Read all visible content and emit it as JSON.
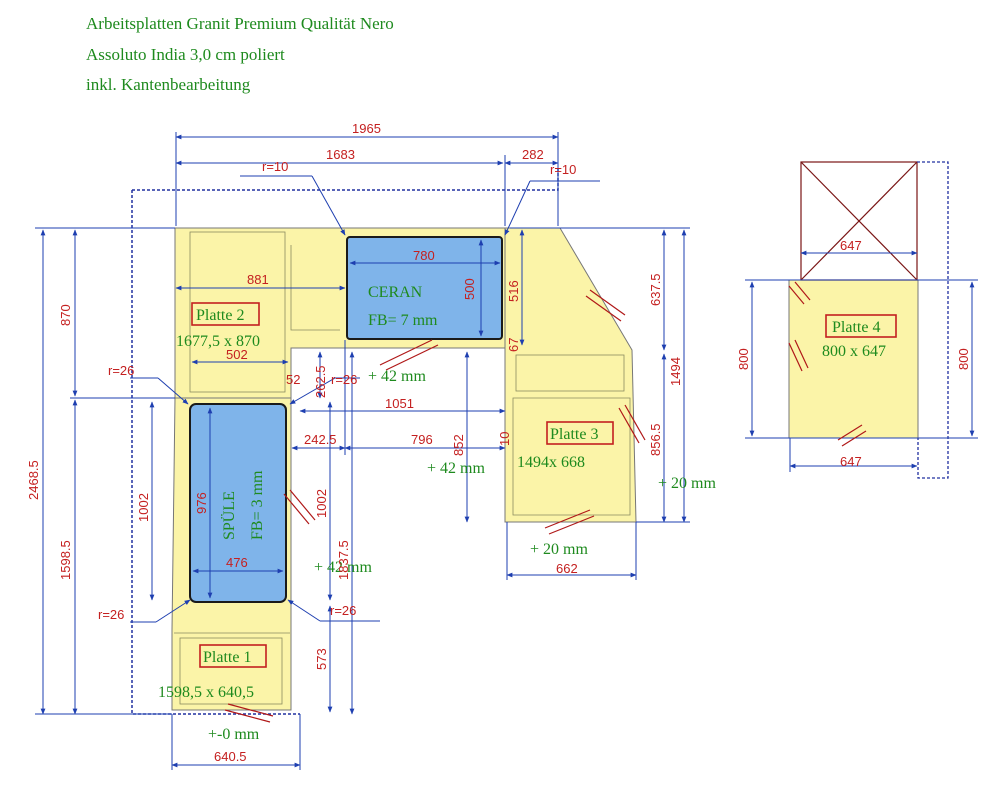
{
  "header": {
    "line1": "Arbeitsplatten Granit Premium Qualität Nero",
    "line2": "Assoluto India 3,0 cm poliert",
    "line3": "inkl. Kantenbearbeitung"
  },
  "plates": {
    "p1": {
      "label": "Platte 1",
      "size": "1598,5 x 640,5"
    },
    "p2": {
      "label": "Platte 2",
      "size": "1677,5 x 870"
    },
    "p3": {
      "label": "Platte 3",
      "size": "1494x 668"
    },
    "p4": {
      "label": "Platte 4",
      "size": "800 x 647"
    }
  },
  "cutouts": {
    "ceran": "CERAN",
    "ceran_fb": "FB= 7 mm",
    "spuele": "SPÜLE",
    "spuele_fb": "FB= 3 mm"
  },
  "edges": {
    "plus42_a": "+ 42 mm",
    "plus42_b": "+ 42 mm",
    "plus42_c": "+ 42 mm",
    "plus20_a": "+ 20 mm",
    "plus20_b": "+ 20 mm",
    "zero": "+-0 mm"
  },
  "radii": {
    "r10_a": "r=10",
    "r10_b": "r=10",
    "r26_a": "r=26",
    "r26_b": "r=26",
    "r26_c": "r=26",
    "r26_d": "r=26"
  },
  "dims": {
    "d1965": "1965",
    "d1683": "1683",
    "d282": "282",
    "d780": "780",
    "d500": "500",
    "d516": "516",
    "d881": "881",
    "d870": "870",
    "d502": "502",
    "d52": "52",
    "d2625": "262.5",
    "d1051": "1051",
    "d2425": "242.5",
    "d796": "796",
    "d852": "852",
    "d1002a": "1002",
    "d976": "976",
    "d1002b": "1002",
    "d18375": "1837.5",
    "d476": "476",
    "d573": "573",
    "d24685": "2468.5",
    "d15985": "1598.5",
    "d6405": "640.5",
    "d6375": "637.5",
    "d1494": "1494",
    "d8565": "856.5",
    "d662": "662",
    "d647a": "647",
    "d647b": "647",
    "d800a": "800",
    "d800b": "800",
    "d67": "67",
    "d10": "10"
  },
  "colors": {
    "slab": "#fbf4a8",
    "cutout": "#7fb4ea",
    "dimension": "#c42020",
    "line": "#2030a0",
    "text_green": "#1e8a1e"
  }
}
